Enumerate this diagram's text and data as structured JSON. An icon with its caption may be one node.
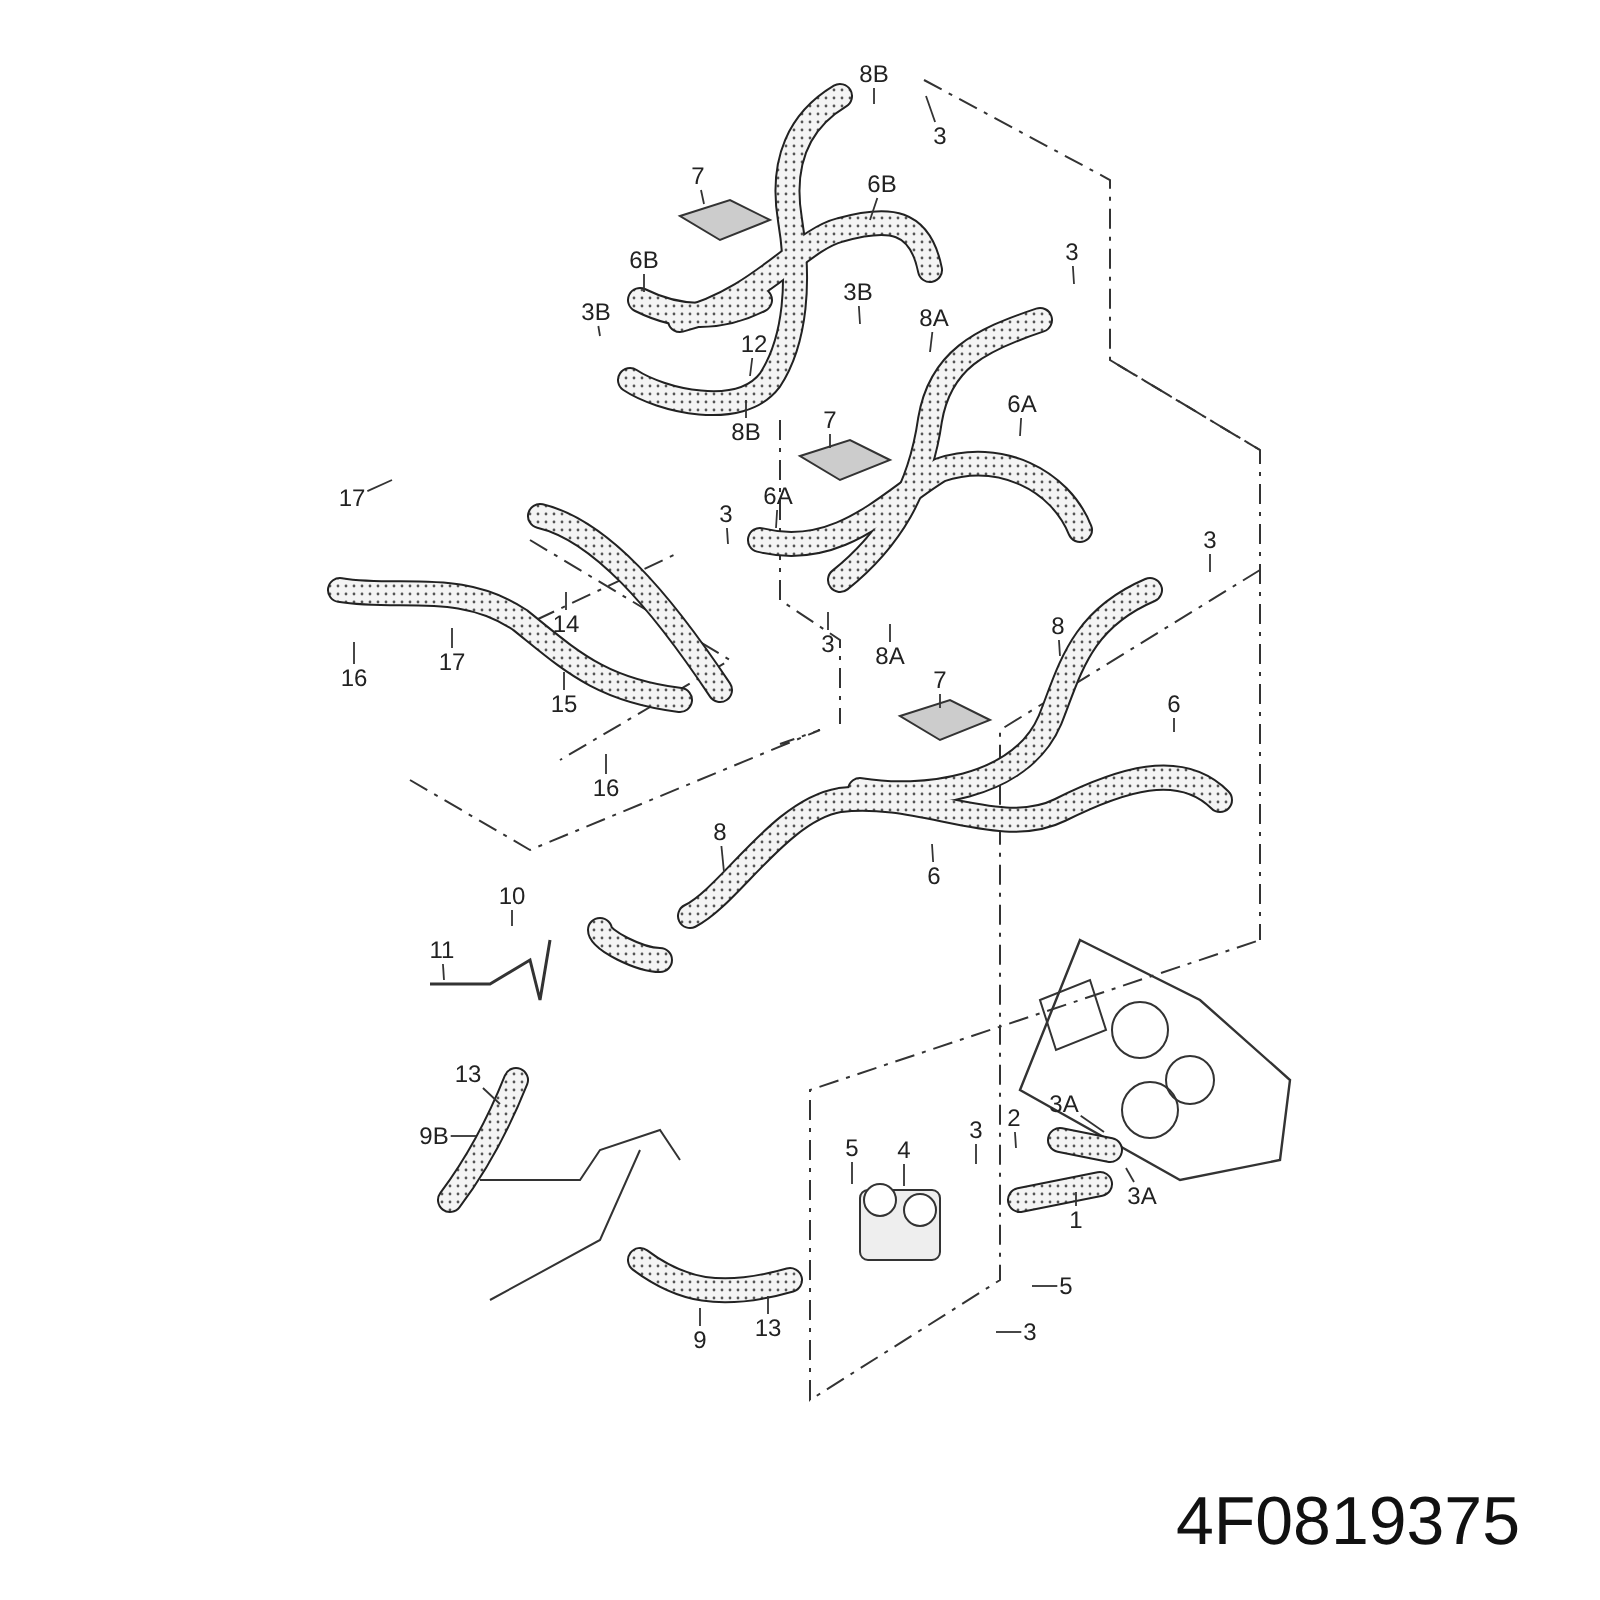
{
  "diagram": {
    "nodes": [
      {
        "text": [
          "8B"
        ]
      },
      {
        "text": [
          "3"
        ]
      },
      {
        "text": [
          "7"
        ]
      },
      {
        "text": [
          "6B"
        ]
      },
      {
        "text": [
          "6B"
        ]
      },
      {
        "text": [
          "3B"
        ]
      },
      {
        "text": [
          "3B"
        ]
      },
      {
        "text": [
          "12"
        ]
      },
      {
        "text": [
          "8B"
        ]
      },
      {
        "text": [
          "8A"
        ]
      },
      {
        "text": [
          "3"
        ]
      },
      {
        "text": [
          "7"
        ]
      },
      {
        "text": [
          "6A"
        ]
      },
      {
        "text": [
          "6A"
        ]
      },
      {
        "text": [
          "3"
        ]
      },
      {
        "text": [
          "17"
        ]
      },
      {
        "text": [
          "14"
        ]
      },
      {
        "text": [
          "3"
        ]
      },
      {
        "text": [
          "8A"
        ]
      },
      {
        "text": [
          "17"
        ]
      },
      {
        "text": [
          "16"
        ]
      },
      {
        "text": [
          "15"
        ]
      },
      {
        "text": [
          "3"
        ]
      },
      {
        "text": [
          "8"
        ]
      },
      {
        "text": [
          "7"
        ]
      },
      {
        "text": [
          "6"
        ]
      },
      {
        "text": [
          "16"
        ]
      },
      {
        "text": [
          "8"
        ]
      },
      {
        "text": [
          "6"
        ]
      },
      {
        "text": [
          "10"
        ]
      },
      {
        "text": [
          "11"
        ]
      },
      {
        "text": [
          "13"
        ]
      },
      {
        "text": [
          "9B"
        ]
      },
      {
        "text": [
          "5"
        ]
      },
      {
        "text": [
          "4"
        ]
      },
      {
        "text": [
          "3"
        ]
      },
      {
        "text": [
          "2"
        ]
      },
      {
        "text": [
          "3A"
        ]
      },
      {
        "text": [
          "3A"
        ]
      },
      {
        "text": [
          "1"
        ]
      },
      {
        "text": [
          "5"
        ]
      },
      {
        "text": [
          "3"
        ]
      },
      {
        "text": [
          "9"
        ]
      },
      {
        "text": [
          "13"
        ]
      }
    ],
    "edges": [
      {
        "from": 0,
        "to": null,
        "arrow": "none"
      },
      {
        "from": 1,
        "to": null,
        "arrow": "none"
      },
      {
        "from": 2,
        "to": null,
        "arrow": "none"
      },
      {
        "from": 3,
        "to": null,
        "arrow": "none"
      },
      {
        "from": 4,
        "to": null,
        "arrow": "none"
      },
      {
        "from": 5,
        "to": null,
        "arrow": "none"
      },
      {
        "from": 6,
        "to": null,
        "arrow": "none"
      },
      {
        "from": 7,
        "to": null,
        "arrow": "none"
      },
      {
        "from": 8,
        "to": null,
        "arrow": "none"
      },
      {
        "from": 9,
        "to": null,
        "arrow": "none"
      },
      {
        "from": 10,
        "to": null,
        "arrow": "none"
      },
      {
        "from": 11,
        "to": null,
        "arrow": "none"
      },
      {
        "from": 12,
        "to": null,
        "arrow": "none"
      },
      {
        "from": 13,
        "to": null,
        "arrow": "none"
      },
      {
        "from": 14,
        "to": null,
        "arrow": "none"
      },
      {
        "from": 15,
        "to": null,
        "arrow": "none"
      },
      {
        "from": 16,
        "to": null,
        "arrow": "none"
      },
      {
        "from": 17,
        "to": null,
        "arrow": "none"
      },
      {
        "from": 18,
        "to": null,
        "arrow": "none"
      },
      {
        "from": 19,
        "to": null,
        "arrow": "none"
      },
      {
        "from": 20,
        "to": null,
        "arrow": "none"
      },
      {
        "from": 21,
        "to": null,
        "arrow": "none"
      },
      {
        "from": 22,
        "to": null,
        "arrow": "none"
      },
      {
        "from": 23,
        "to": null,
        "arrow": "none"
      },
      {
        "from": 24,
        "to": null,
        "arrow": "none"
      },
      {
        "from": 25,
        "to": null,
        "arrow": "none"
      },
      {
        "from": 26,
        "to": null,
        "arrow": "none"
      },
      {
        "from": 27,
        "to": null,
        "arrow": "none"
      },
      {
        "from": 28,
        "to": null,
        "arrow": "none"
      },
      {
        "from": 29,
        "to": null,
        "arrow": "none"
      },
      {
        "from": 30,
        "to": null,
        "arrow": "none"
      },
      {
        "from": 31,
        "to": null,
        "arrow": "none"
      },
      {
        "from": 32,
        "to": null,
        "arrow": "none"
      },
      {
        "from": 33,
        "to": null,
        "arrow": "none"
      },
      {
        "from": 34,
        "to": null,
        "arrow": "none"
      },
      {
        "from": 35,
        "to": null,
        "arrow": "none"
      },
      {
        "from": 36,
        "to": null,
        "arrow": "none"
      },
      {
        "from": 37,
        "to": null,
        "arrow": "none"
      },
      {
        "from": 38,
        "to": null,
        "arrow": "none"
      },
      {
        "from": 39,
        "to": null,
        "arrow": "none"
      },
      {
        "from": 40,
        "to": null,
        "arrow": "none"
      },
      {
        "from": 41,
        "to": null,
        "arrow": "none"
      },
      {
        "from": 42,
        "to": null,
        "arrow": "none"
      },
      {
        "from": 43,
        "to": null,
        "arrow": "none"
      }
    ],
    "labels": [
      "4F0819375"
    ]
  }
}
